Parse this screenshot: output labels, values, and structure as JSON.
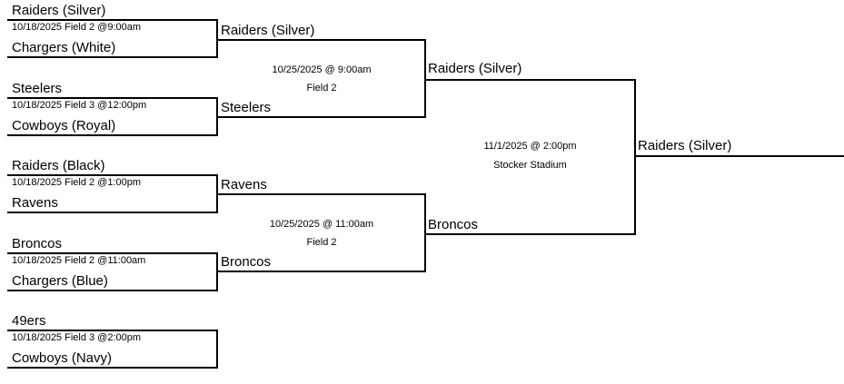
{
  "bracket": {
    "round1": [
      {
        "team1": "Raiders (Silver)",
        "details": "10/18/2025 Field 2 @9:00am",
        "team2": "Chargers (White)"
      },
      {
        "team1": "Steelers",
        "details": "10/18/2025 Field 3 @12:00pm",
        "team2": "Cowboys (Royal)"
      },
      {
        "team1": "Raiders (Black)",
        "details": "10/18/2025 Field 2 @1:00pm",
        "team2": "Ravens"
      },
      {
        "team1": "Broncos",
        "details": "10/18/2025 Field 2 @11:00am",
        "team2": "Chargers (Blue)"
      },
      {
        "team1": "49ers",
        "details": "10/18/2025 Field 3 @2:00pm",
        "team2": "Cowboys (Navy)"
      }
    ],
    "semifinals": [
      {
        "team1": "Raiders (Silver)",
        "datetime": "10/25/2025 @ 9:00am",
        "location": "Field 2",
        "team2": "Steelers"
      },
      {
        "team1": "Ravens",
        "datetime": "10/25/2025 @ 11:00am",
        "location": "Field 2",
        "team2": "Broncos"
      }
    ],
    "final": {
      "team1": "Raiders (Silver)",
      "datetime": "11/1/2025 @ 2:00pm",
      "location": "Stocker Stadium",
      "team2": "Broncos"
    },
    "champion": "Raiders (Silver)"
  },
  "colors": {
    "line": "#000000",
    "text": "#000000",
    "background": "#ffffff"
  }
}
